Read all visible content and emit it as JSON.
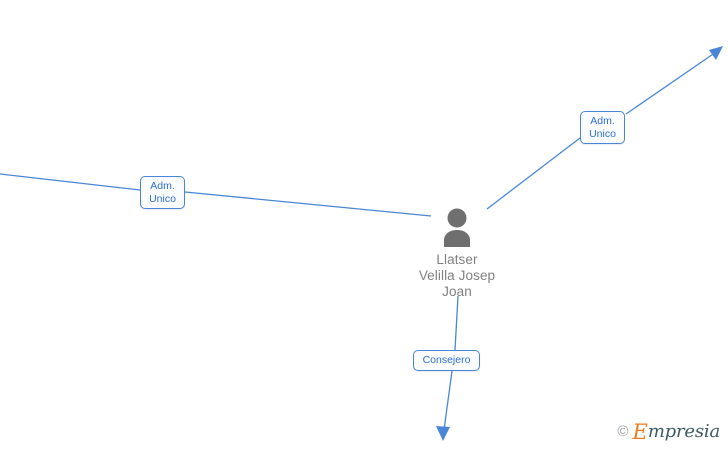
{
  "diagram": {
    "type": "relationship-graph",
    "background_color": "#ffffff",
    "edge_color": "#4a86d8",
    "label_text_color": "#2f6fd0",
    "node_text_color": "#808080",
    "center_node": {
      "icon": "person-icon",
      "name_lines": "Llatser\nVelilla Josep\nJoan",
      "name": "Llatser Velilla Josep Joan"
    },
    "edges": [
      {
        "id": "edge-left",
        "label_line1": "Adm.",
        "label_line2": "Unico",
        "direction": "incoming-from-left",
        "arrowhead": false
      },
      {
        "id": "edge-upper-right",
        "label_line1": "Adm.",
        "label_line2": "Unico",
        "direction": "outgoing-up-right",
        "arrowhead": true
      },
      {
        "id": "edge-bottom",
        "label_line1": "Consejero",
        "direction": "outgoing-down",
        "arrowhead": true
      }
    ]
  },
  "watermark": {
    "copyright": "©",
    "brand_initial": "E",
    "brand_rest": "mpresia"
  }
}
